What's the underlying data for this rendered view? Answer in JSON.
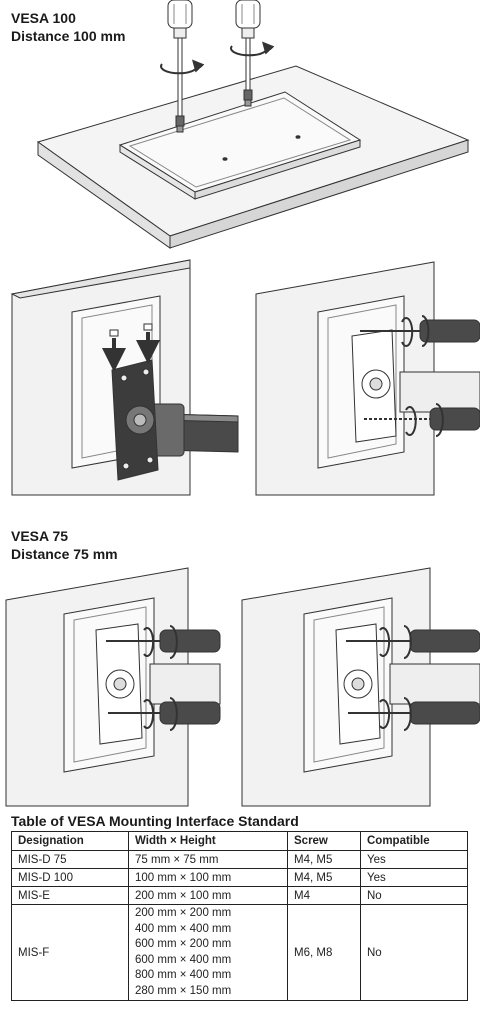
{
  "sections": {
    "vesa100": {
      "title": "VESA 100",
      "subtitle": "Distance 100 mm"
    },
    "vesa75": {
      "title": "VESA 75",
      "subtitle": "Distance 75 mm"
    }
  },
  "table": {
    "title": "Table of VESA Mounting Interface Standard",
    "headers": [
      "Designation",
      "Width × Height",
      "Screw",
      "Compatible"
    ],
    "rows": [
      {
        "designation": "MIS-D 75",
        "sizes": [
          "75 mm × 75 mm"
        ],
        "screw": "M4, M5",
        "compatible": "Yes"
      },
      {
        "designation": "MIS-D 100",
        "sizes": [
          "100 mm × 100 mm"
        ],
        "screw": "M4, M5",
        "compatible": "Yes"
      },
      {
        "designation": "MIS-E",
        "sizes": [
          "200 mm × 100 mm"
        ],
        "screw": "M4",
        "compatible": "No"
      },
      {
        "designation": "MIS-F",
        "sizes": [
          "200 mm × 200 mm",
          "400 mm × 400 mm",
          "600 mm × 200 mm",
          "600 mm × 400 mm",
          "800 mm × 400 mm",
          "280 mm × 150 mm"
        ],
        "screw": "M6, M8",
        "compatible": "No"
      }
    ]
  },
  "colors": {
    "line": "#333333",
    "panel": "#f2f2f2",
    "shade": "#d9d9d9",
    "dark": "#3a3a3a"
  }
}
